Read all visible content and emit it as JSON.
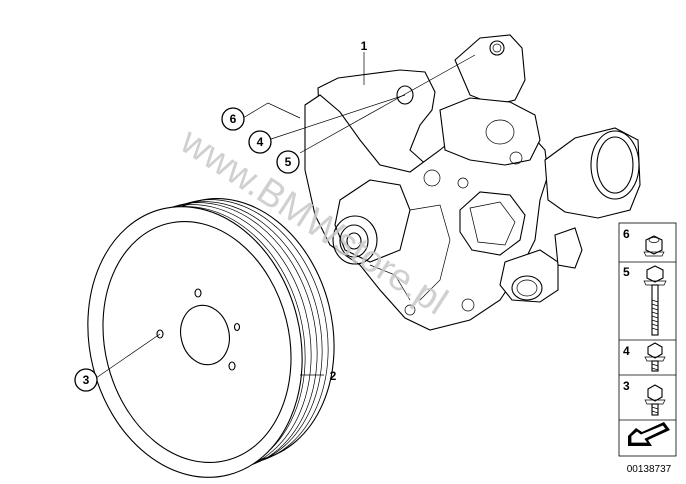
{
  "watermark": "www.BMWstore.pl",
  "callouts": {
    "c1": "1",
    "c2": "2",
    "c3": "3",
    "c4": "4",
    "c5": "5",
    "c6": "6"
  },
  "legend": {
    "items": [
      {
        "number": "6",
        "part": "hex-nut"
      },
      {
        "number": "5",
        "part": "long-bolt"
      },
      {
        "number": "4",
        "part": "flange-bolt"
      },
      {
        "number": "3",
        "part": "short-bolt"
      }
    ]
  },
  "document_number": "00138737"
}
